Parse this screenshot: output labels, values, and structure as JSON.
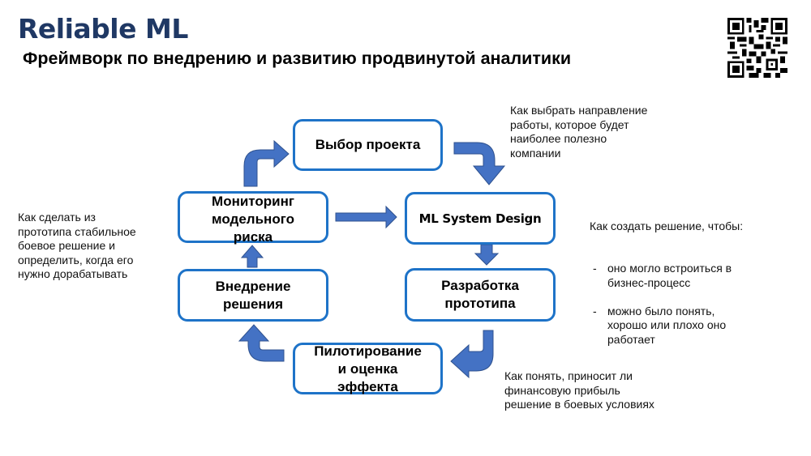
{
  "header": {
    "brand": "Reliable ML",
    "subtitle": "Фреймворк по внедрению и развитию продвинутой аналитики"
  },
  "qr_code": {
    "icon": "qr-code-icon"
  },
  "diagram": {
    "type": "cycle",
    "accent_color": "#1e73c8",
    "arrow_color": "#4472c4",
    "nodes": [
      {
        "id": "project-choice",
        "label": "Выбор проекта"
      },
      {
        "id": "ml-system-design",
        "label": "ML System Design"
      },
      {
        "id": "prototype",
        "label": "Разработка\nпрототипа"
      },
      {
        "id": "pilot",
        "label": "Пилотирование\nи оценка\nэффекта"
      },
      {
        "id": "deployment",
        "label": "Внедрение\nрешения"
      },
      {
        "id": "monitoring",
        "label": "Мониторинг\nмодельного\nриска"
      }
    ],
    "edges": [
      {
        "from": "project-choice",
        "to": "ml-system-design"
      },
      {
        "from": "ml-system-design",
        "to": "prototype"
      },
      {
        "from": "prototype",
        "to": "pilot"
      },
      {
        "from": "pilot",
        "to": "deployment"
      },
      {
        "from": "deployment",
        "to": "monitoring"
      },
      {
        "from": "monitoring",
        "to": "project-choice"
      },
      {
        "from": "monitoring",
        "to": "ml-system-design"
      }
    ]
  },
  "notes": {
    "project_choice": "Как выбрать направление\nработы, которое будет\nнаиболее полезно\nкомпании",
    "design": {
      "intro": "Как создать решение, чтобы:",
      "bullets": [
        "оно могло встроиться в\nбизнес-процесс",
        "можно было понять,\nхорошо или плохо оно\nработает"
      ]
    },
    "pilot": "Как понять, приносит ли\nфинансовую прибыль\nрешение в боевых условиях",
    "monitoring": "Как сделать из\nпрототипа стабильное\nбоевое решение и\nопределить, когда его\nнужно дорабатывать"
  }
}
